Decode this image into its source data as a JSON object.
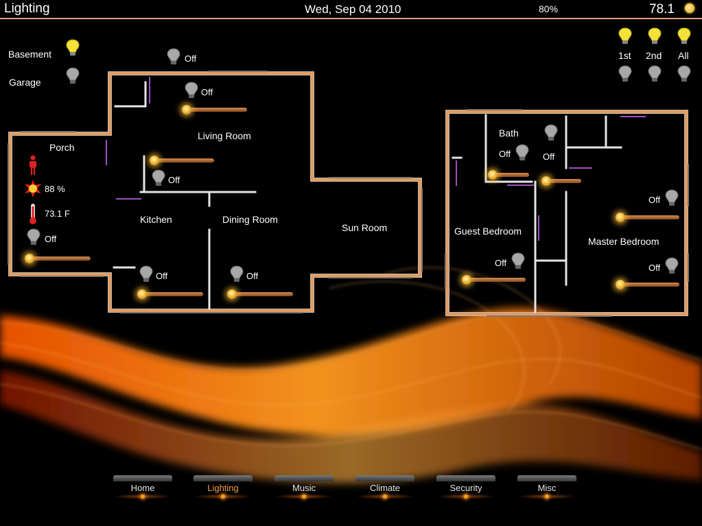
{
  "header": {
    "title": "Lighting",
    "date": "Wed, Sep 04 2010",
    "percent": "80%",
    "temperature": "78.1"
  },
  "outside": {
    "basement": {
      "label": "Basement"
    },
    "garage": {
      "label": "Garage"
    }
  },
  "floors": {
    "first": "1st",
    "second": "2nd",
    "all": "All"
  },
  "rooms": {
    "porch": "Porch",
    "living": "Living Room",
    "kitchen": "Kitchen",
    "dining": "Dining Room",
    "sun": "Sun Room",
    "bath": "Bath",
    "guest": "Guest Bedroom",
    "master": "Master Bedroom"
  },
  "porch_sensors": {
    "humidity": "88 %",
    "temp": "73.1 F"
  },
  "status": {
    "hall": "Off",
    "living": "Off",
    "kitchen_upper": "Off",
    "porch": "Off",
    "kitchen": "Off",
    "dining": "Off",
    "bath": "Off",
    "bath_right": "Off",
    "master_upper": "Off",
    "guest": "Off",
    "master_lower": "Off"
  },
  "nav": [
    {
      "label": "Home",
      "active": false
    },
    {
      "label": "Lighting",
      "active": true
    },
    {
      "label": "Music",
      "active": false
    },
    {
      "label": "Climate",
      "active": false
    },
    {
      "label": "Security",
      "active": false
    },
    {
      "label": "Misc",
      "active": false
    }
  ],
  "colors": {
    "wall": "#e39a5c",
    "bulb_on": "#f2e23a",
    "bulb_off": "#9a9a9a",
    "accent": "#f0a040"
  }
}
